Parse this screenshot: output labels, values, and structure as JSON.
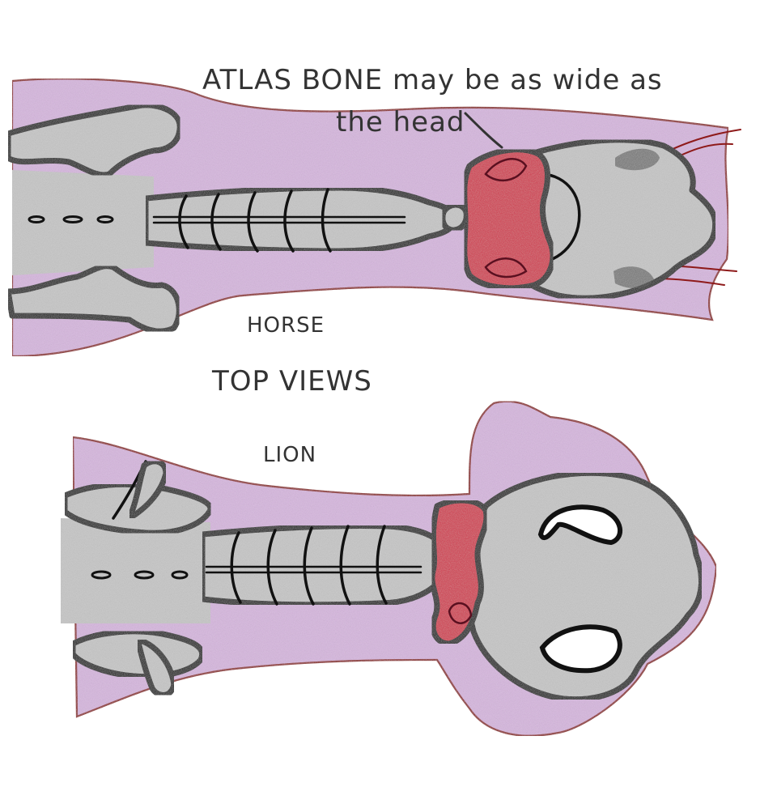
{
  "annotation": {
    "line1": "ATLAS BONE may be as wide as",
    "line2": "the head"
  },
  "labels": {
    "horse": "HORSE",
    "top_views": "TOP VIEWS",
    "lion": "LION"
  },
  "colors": {
    "body": "#d7b6df",
    "bone": "#c6c6c6",
    "atlas": "#d2334a",
    "outline": "#8e1a1a",
    "ink": "#111111"
  }
}
